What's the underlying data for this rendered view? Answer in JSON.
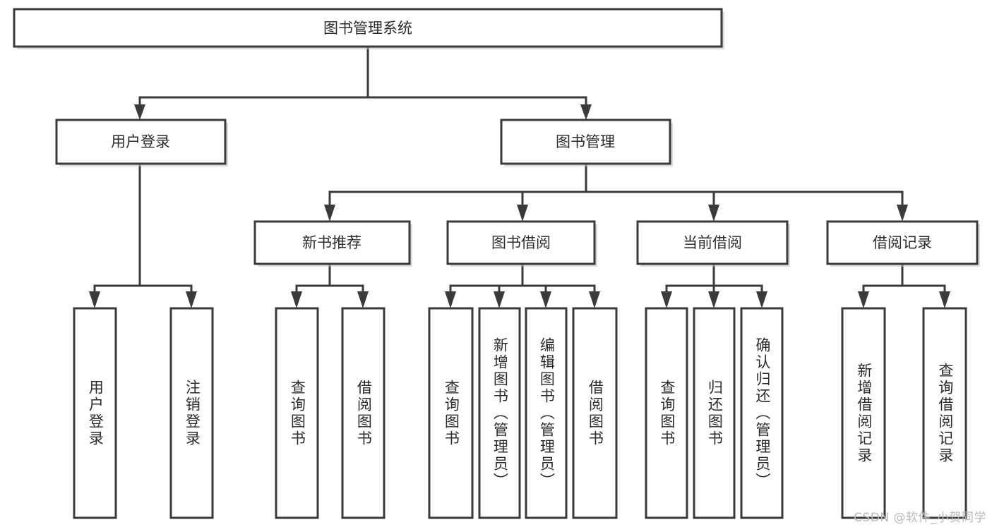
{
  "diagram": {
    "title": "图书管理系统",
    "watermark": "CSDN @软件_小贺同学",
    "colors": {
      "box_stroke": "#3a3a3a",
      "box_fill": "#ffffff",
      "text": "#2b2b2b",
      "background": "#ffffff",
      "watermark": "#b8b8b8"
    },
    "levels": {
      "root": "图书管理系统",
      "level2": [
        "用户登录",
        "图书管理"
      ],
      "level3": [
        "新书推荐",
        "图书借阅",
        "当前借阅",
        "借阅记录"
      ],
      "level4": [
        "用户登录",
        "注销登录",
        "查询图书",
        "借阅图书",
        "查询图书",
        "新增图书（管理员）",
        "编辑图书（管理员）",
        "借阅图书",
        "查询图书",
        "归还图书",
        "确认归还（管理员）",
        "新增借阅记录",
        "查询借阅记录"
      ]
    },
    "nodes": {
      "root": {
        "label": "图书管理系统"
      },
      "user_login": {
        "label": "用户登录"
      },
      "book_manage": {
        "label": "图书管理"
      },
      "new_book_rec": {
        "label": "新书推荐"
      },
      "book_borrow": {
        "label": "图书借阅"
      },
      "current_borrow": {
        "label": "当前借阅"
      },
      "borrow_record": {
        "label": "借阅记录"
      },
      "leaf_1": {
        "label": "用户登录"
      },
      "leaf_2": {
        "label": "注销登录"
      },
      "leaf_3": {
        "label": "查询图书"
      },
      "leaf_4": {
        "label": "借阅图书"
      },
      "leaf_5": {
        "label": "查询图书"
      },
      "leaf_6": {
        "label": "新增图书（管理员）"
      },
      "leaf_7": {
        "label": "编辑图书（管理员）"
      },
      "leaf_8": {
        "label": "借阅图书"
      },
      "leaf_9": {
        "label": "查询图书"
      },
      "leaf_10": {
        "label": "归还图书"
      },
      "leaf_11": {
        "label": "确认归还（管理员）"
      },
      "leaf_12": {
        "label": "新增借阅记录"
      },
      "leaf_13": {
        "label": "查询借阅记录"
      }
    },
    "edges": [
      {
        "from": "root",
        "to": "user_login"
      },
      {
        "from": "root",
        "to": "book_manage"
      },
      {
        "from": "user_login",
        "to": "leaf_1"
      },
      {
        "from": "user_login",
        "to": "leaf_2"
      },
      {
        "from": "book_manage",
        "to": "new_book_rec"
      },
      {
        "from": "book_manage",
        "to": "book_borrow"
      },
      {
        "from": "book_manage",
        "to": "current_borrow"
      },
      {
        "from": "book_manage",
        "to": "borrow_record"
      },
      {
        "from": "new_book_rec",
        "to": "leaf_3"
      },
      {
        "from": "new_book_rec",
        "to": "leaf_4"
      },
      {
        "from": "book_borrow",
        "to": "leaf_5"
      },
      {
        "from": "book_borrow",
        "to": "leaf_6"
      },
      {
        "from": "book_borrow",
        "to": "leaf_7"
      },
      {
        "from": "book_borrow",
        "to": "leaf_8"
      },
      {
        "from": "current_borrow",
        "to": "leaf_9"
      },
      {
        "from": "current_borrow",
        "to": "leaf_10"
      },
      {
        "from": "current_borrow",
        "to": "leaf_11"
      },
      {
        "from": "borrow_record",
        "to": "leaf_12"
      },
      {
        "from": "borrow_record",
        "to": "leaf_13"
      }
    ]
  }
}
